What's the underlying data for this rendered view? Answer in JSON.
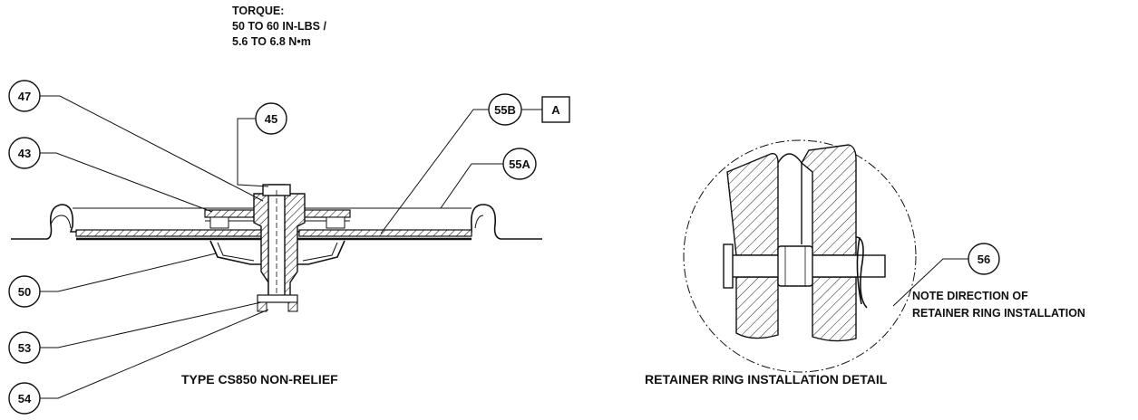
{
  "torque": {
    "line1": "TORQUE:",
    "line2": "50 TO 60 IN-LBS /",
    "line3": "5.6 TO 6.8 N•m"
  },
  "callouts": {
    "c45": "45",
    "c47": "47",
    "c43": "43",
    "c55b": "55B",
    "c55a": "55A",
    "c50": "50",
    "c53": "53",
    "c54": "54",
    "c56": "56",
    "boxA": "A"
  },
  "detail_note": {
    "line1": "NOTE DIRECTION OF",
    "line2": "RETAINER RING INSTALLATION"
  },
  "captions": {
    "left": "TYPE CS850 NON-RELIEF",
    "right": "RETAINER RING INSTALLATION DETAIL"
  }
}
